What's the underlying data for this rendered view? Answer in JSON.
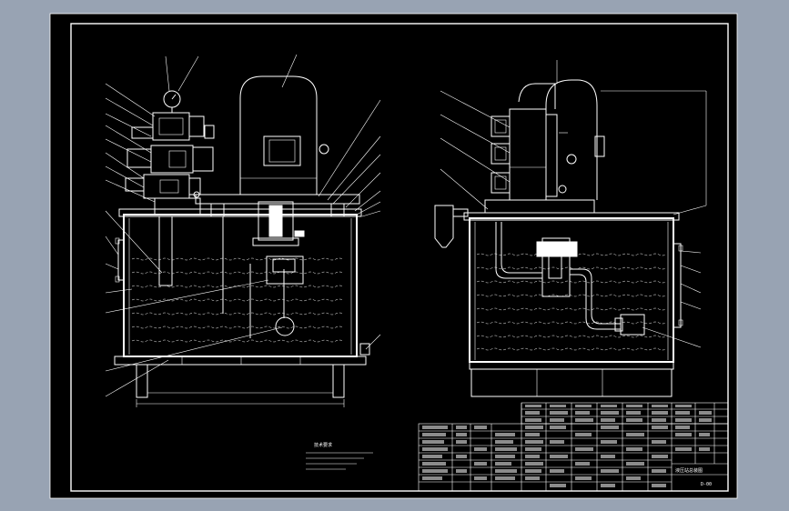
{
  "drawing": {
    "title_note": "技术要求",
    "drawing_name": "液压站总装图",
    "sheet_code": "D-00"
  },
  "colors": {
    "background": "#98a3b3",
    "viewport": "#000000",
    "lines": "#ffffff"
  }
}
